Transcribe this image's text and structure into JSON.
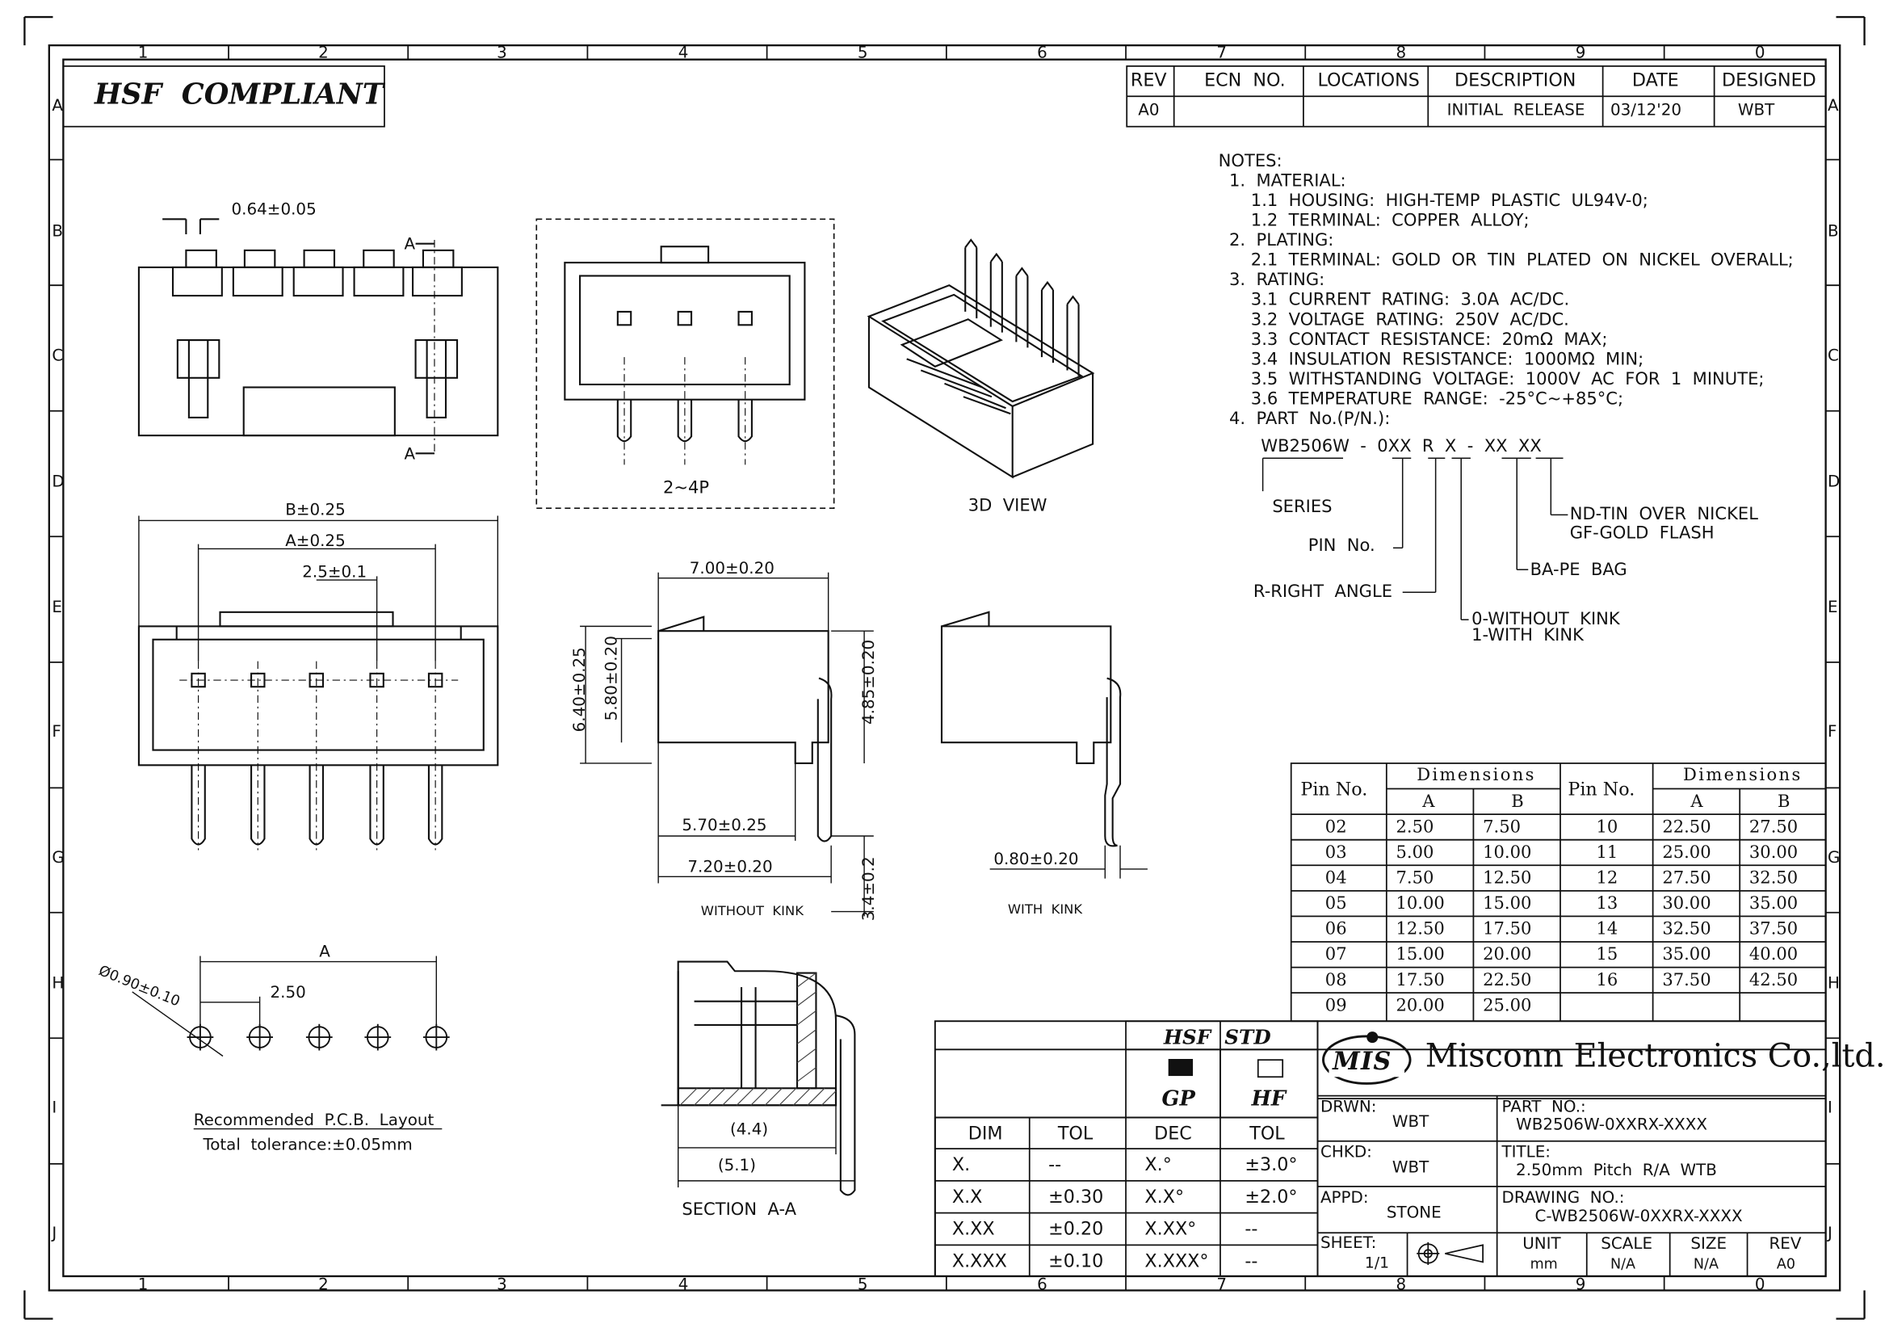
{
  "border": {
    "cols": [
      "1",
      "2",
      "3",
      "4",
      "5",
      "6",
      "7",
      "8",
      "9",
      "0"
    ],
    "rows": [
      "A",
      "B",
      "C",
      "D",
      "E",
      "F",
      "G",
      "H",
      "I",
      "J"
    ]
  },
  "hsf_compliant": "HSF  COMPLIANT",
  "revision_table": {
    "headers": [
      "REV",
      "ECN  NO.",
      "LOCATIONS",
      "DESCRIPTION",
      "DATE",
      "DESIGNED"
    ],
    "row": [
      "A0",
      "",
      "",
      "INITIAL  RELEASE",
      "03/12'20",
      "WBT"
    ]
  },
  "notes": [
    "NOTES:",
    "  1.  MATERIAL:",
    "      1.1  HOUSING:  HIGH-TEMP  PLASTIC  UL94V-0;",
    "      1.2  TERMINAL:  COPPER  ALLOY;",
    "  2.  PLATING:",
    "      2.1  TERMINAL:  GOLD  OR  TIN  PLATED  ON  NICKEL  OVERALL;",
    "  3.  RATING:",
    "      3.1  CURRENT  RATING:  3.0A  AC/DC.",
    "      3.2  VOLTAGE  RATING:  250V  AC/DC.",
    "      3.3  CONTACT  RESISTANCE:  20mΩ  MAX;",
    "      3.4  INSULATION  RESISTANCE:  1000MΩ  MIN;",
    "      3.5  WITHSTANDING  VOLTAGE:  1000V  AC  FOR  1  MINUTE;",
    "      3.6  TEMPERATURE  RANGE:  -25°C~+85°C;",
    "  4.  PART  No.(P/N.):"
  ],
  "part_code": {
    "code": "WB2506W  -  0XX  R  X  -  XX  XX",
    "series": "SERIES",
    "pin_no": "PIN  No.",
    "right_angle": "R-RIGHT  ANGLE",
    "kink": [
      "0-WITHOUT  KINK",
      "1-WITH  KINK"
    ],
    "bag": "BA-PE  BAG",
    "plating": [
      "ND-TIN  OVER  NICKEL",
      "GF-GOLD  FLASH"
    ]
  },
  "views": {
    "pitch_top": "0.64±0.05",
    "section_mark": "A",
    "range_label": "2~4P",
    "view3d": "3D  VIEW",
    "dim_b": "B±0.25",
    "dim_a": "A±0.25",
    "dim_pitch": "2.5±0.1",
    "dim_700": "7.00±0.20",
    "dim_640": "6.40±0.25",
    "dim_580": "5.80±0.20",
    "dim_485": "4.85±0.20",
    "dim_570": "5.70±0.25",
    "dim_720": "7.20±0.20",
    "dim_34": "3.4±0.2",
    "without_kink": "WITHOUT  KINK",
    "dim_080": "0.80±0.20",
    "with_kink": "WITH  KINK",
    "pcb_a": "A",
    "pcb_pitch": "2.50",
    "pcb_hole": "Ø0.90±0.10",
    "pcb_title": "Recommended  P.C.B.  Layout",
    "pcb_tol": "Total  tolerance:±0.05mm",
    "sec_44": "(4.4)",
    "sec_51": "(5.1)",
    "section_label": "SECTION  A-A"
  },
  "dim_table": {
    "pin_header": "Pin No.",
    "dim_header": "Dimensions",
    "a": "A",
    "b": "B",
    "left": [
      [
        "02",
        "2.50",
        "7.50"
      ],
      [
        "03",
        "5.00",
        "10.00"
      ],
      [
        "04",
        "7.50",
        "12.50"
      ],
      [
        "05",
        "10.00",
        "15.00"
      ],
      [
        "06",
        "12.50",
        "17.50"
      ],
      [
        "07",
        "15.00",
        "20.00"
      ],
      [
        "08",
        "17.50",
        "22.50"
      ],
      [
        "09",
        "20.00",
        "25.00"
      ]
    ],
    "right": [
      [
        "10",
        "22.50",
        "27.50"
      ],
      [
        "11",
        "25.00",
        "30.00"
      ],
      [
        "12",
        "27.50",
        "32.50"
      ],
      [
        "13",
        "30.00",
        "35.00"
      ],
      [
        "14",
        "32.50",
        "37.50"
      ],
      [
        "15",
        "35.00",
        "40.00"
      ],
      [
        "16",
        "37.50",
        "42.50"
      ],
      [
        "",
        "",
        ""
      ]
    ]
  },
  "tol_table": {
    "headers": [
      "DIM",
      "TOL",
      "DEC",
      "TOL"
    ],
    "rows": [
      [
        "X.",
        "--",
        "X.°",
        "±3.0°"
      ],
      [
        "X.X",
        "±0.30",
        "X.X°",
        "±2.0°"
      ],
      [
        "X.XX",
        "±0.20",
        "X.XX°",
        "--"
      ],
      [
        "X.XXX",
        "±0.10",
        "X.XXX°",
        "--"
      ]
    ]
  },
  "hsf_std": {
    "title": "HSF  STD",
    "gp": "GP",
    "hf": "HF"
  },
  "title_block": {
    "company": "Misconn Electronics Co.,ltd.",
    "logo": "MIS",
    "drwn_label": "DRWN:",
    "drwn": "WBT",
    "chkd_label": "CHKD:",
    "chkd": "WBT",
    "appd_label": "APPD:",
    "appd": "STONE",
    "part_label": "PART  NO.:",
    "part": "WB2506W-0XXRX-XXXX",
    "title_label": "TITLE:",
    "title": "2.50mm  Pitch  R/A  WTB",
    "drawing_label": "DRAWING  NO.:",
    "drawing": "C-WB2506W-0XXRX-XXXX",
    "sheet_label": "SHEET:",
    "sheet": "1/1",
    "unit_label": "UNIT",
    "unit": "mm",
    "scale_label": "SCALE",
    "scale": "N/A",
    "size_label": "SIZE",
    "size": "N/A",
    "rev_label": "REV",
    "rev": "A0"
  }
}
